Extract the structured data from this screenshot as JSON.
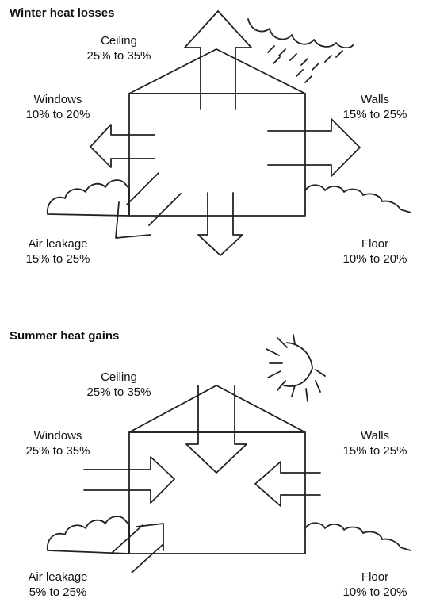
{
  "winter": {
    "title": "Winter heat losses",
    "ceiling": {
      "name": "Ceiling",
      "range": "25% to 35%"
    },
    "windows": {
      "name": "Windows",
      "range": "10% to 20%"
    },
    "walls": {
      "name": "Walls",
      "range": "15% to 25%"
    },
    "air_leakage": {
      "name": "Air leakage",
      "range": "15% to 25%"
    },
    "floor": {
      "name": "Floor",
      "range": "10% to 20%"
    }
  },
  "summer": {
    "title": "Summer heat gains",
    "ceiling": {
      "name": "Ceiling",
      "range": "25% to 35%"
    },
    "windows": {
      "name": "Windows",
      "range": "25% to 35%"
    },
    "walls": {
      "name": "Walls",
      "range": "15% to 25%"
    },
    "air_leakage": {
      "name": "Air leakage",
      "range": "5% to 25%"
    },
    "floor": {
      "name": "Floor",
      "range": "10% to 20%"
    }
  },
  "icons": {
    "weather": "rain-cloud-icon",
    "sun": "sun-icon"
  }
}
